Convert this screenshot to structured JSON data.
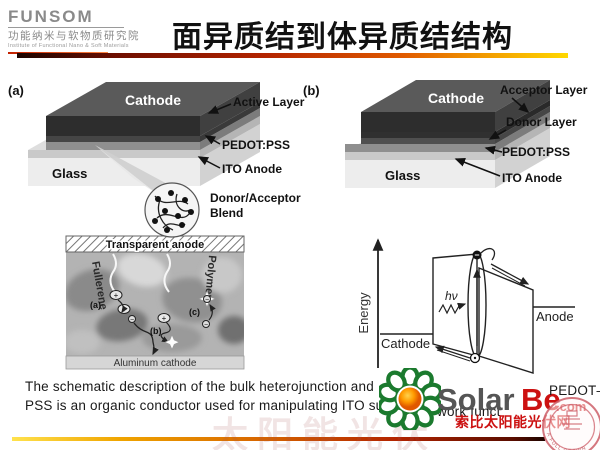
{
  "header": {
    "funsom": "FUNSOM",
    "funsom_cn": "功能纳米与软物质研究院",
    "funsom_en": "Institute of Functional Nano & Soft Materials",
    "title": "面异质结到体异质结结构"
  },
  "panel_a": {
    "tag": "(a)",
    "cathode": "Cathode",
    "glass": "Glass",
    "active_layer": "Active Layer",
    "pedot": "PEDOT:PSS",
    "ito": "ITO Anode",
    "blend1": "Donor/Acceptor",
    "blend2": "Blend"
  },
  "panel_b": {
    "tag": "(b)",
    "cathode": "Cathode",
    "glass": "Glass",
    "acceptor": "Acceptor Layer",
    "donor": "Donor Layer",
    "pedot": "PEDOT:PSS",
    "ito": "ITO Anode"
  },
  "bhj": {
    "top_electrode": "Transparent anode",
    "bottom_electrode": "Aluminum cathode",
    "fullerene": "Fullerene",
    "polymer": "Polymer",
    "mark_a": "(a)",
    "mark_b": "(b)",
    "mark_c": "(c)",
    "plus": "+",
    "minus": "−"
  },
  "energy": {
    "axis_label": "Energy",
    "cathode": "Cathode",
    "anode": "Anode",
    "photon": "hν"
  },
  "caption": {
    "l1a": "The schematic description of the bulk heterojunction  and",
    "l1b": "PEDOT–",
    "l2a": "PSS is an organic conductor used for manipulating ITO surfa",
    "l2b": "work funct"
  },
  "brand": {
    "solar": "Solar",
    "be": "Be",
    "com": ".com",
    "cn": "索比太阳能光伏网",
    "bg_watermark": "太阳能光伏",
    "seal_text": "A FULL GROWN"
  },
  "colors": {
    "bar_dark": "#1c0400",
    "bar_red": "#b32400",
    "bar_yellow": "#ffd800",
    "solarbe_green": "#1b7a2e",
    "solarbe_red": "#cc1111",
    "solarbe_orange": "#ff8c00"
  }
}
